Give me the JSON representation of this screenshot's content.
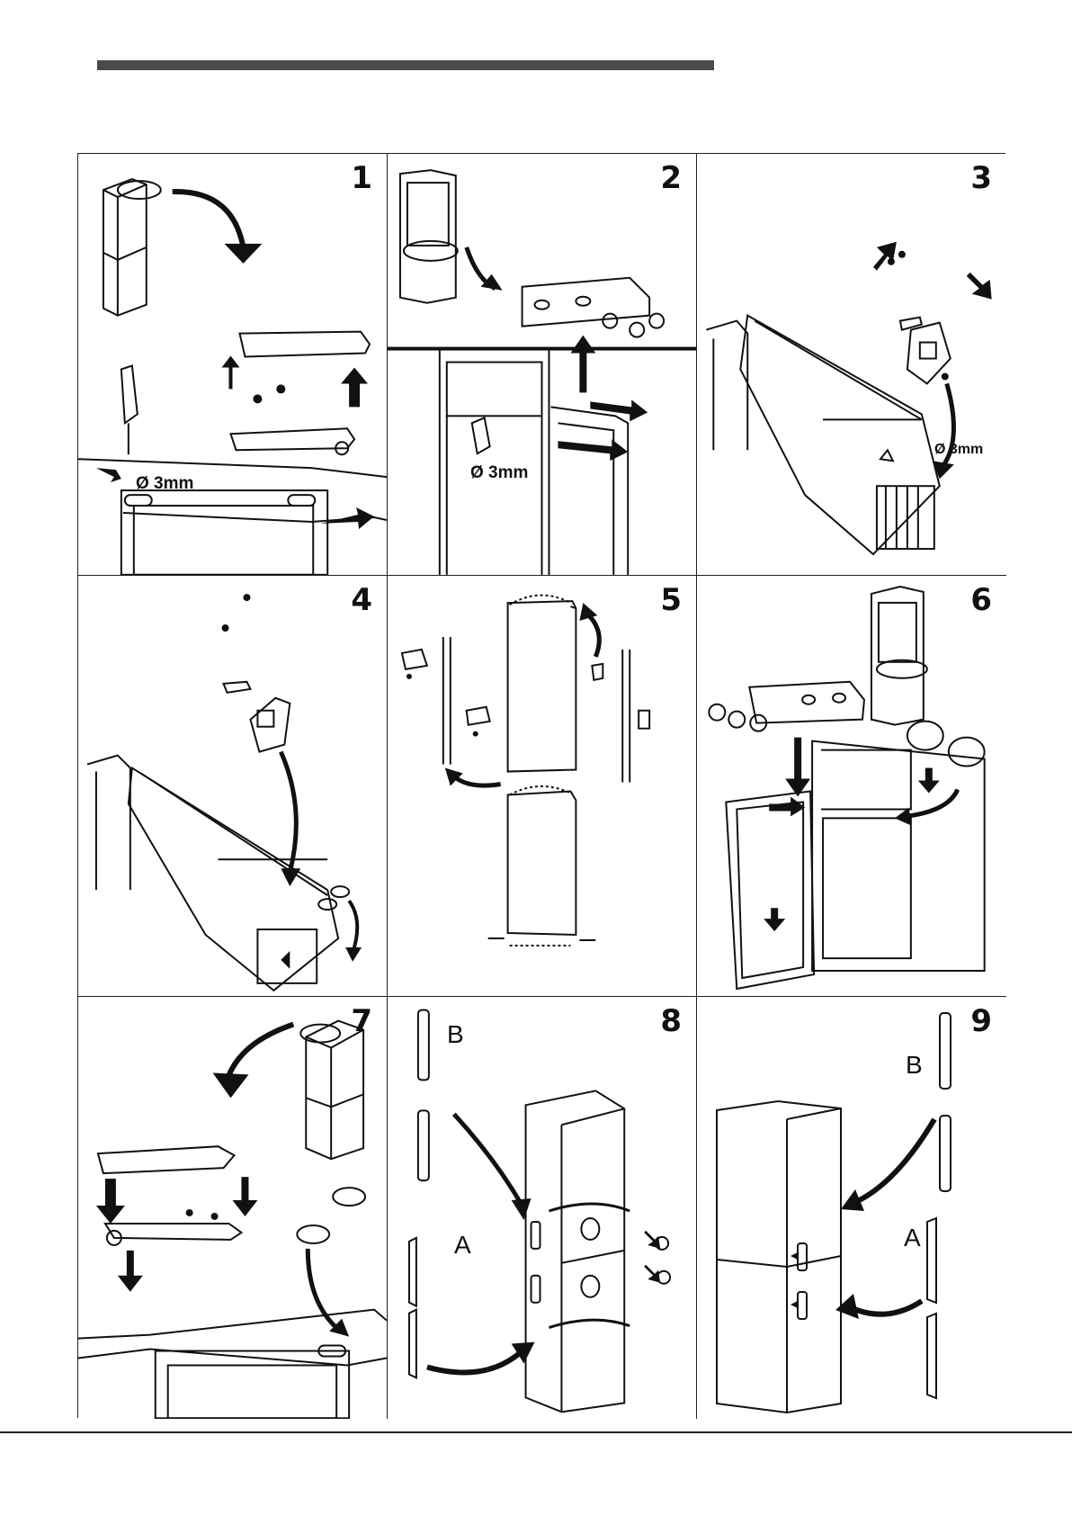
{
  "steps": [
    {
      "number": "1",
      "labels": [
        "Ø 3mm"
      ]
    },
    {
      "number": "2",
      "labels": [
        "Ø 3mm"
      ]
    },
    {
      "number": "3",
      "labels": [
        "Ø 3mm"
      ]
    },
    {
      "number": "4",
      "labels": []
    },
    {
      "number": "5",
      "labels": []
    },
    {
      "number": "6",
      "labels": []
    },
    {
      "number": "7",
      "labels": []
    },
    {
      "number": "8",
      "labels": [
        "B",
        "A"
      ]
    },
    {
      "number": "9",
      "labels": [
        "B",
        "A"
      ]
    }
  ],
  "colors": {
    "ink": "#111111",
    "header_bar": "#4a4a4a",
    "frame": "#222222"
  }
}
